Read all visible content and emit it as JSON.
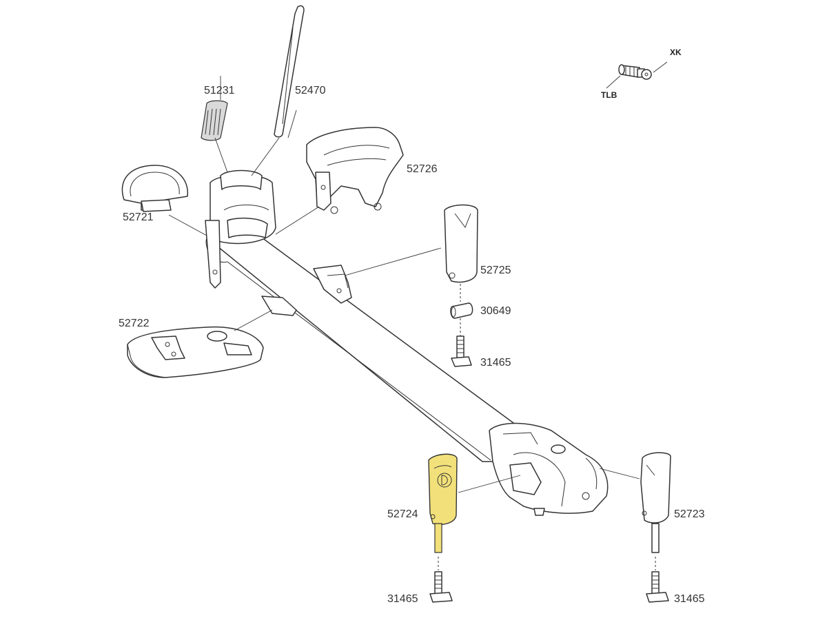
{
  "diagram": {
    "highlight_color": "#f2e17a",
    "line_color": "#333333",
    "labels": {
      "p51231": "51231",
      "p52470": "52470",
      "p52726": "52726",
      "p52721": "52721",
      "p52725": "52725",
      "p30649": "30649",
      "p52722": "52722",
      "p31465a": "31465",
      "p52724": "52724",
      "p52723": "52723",
      "p31465b": "31465",
      "p31465c": "31465",
      "xk": "XK",
      "tlb": "TLB"
    },
    "highlighted_part": "52724"
  }
}
